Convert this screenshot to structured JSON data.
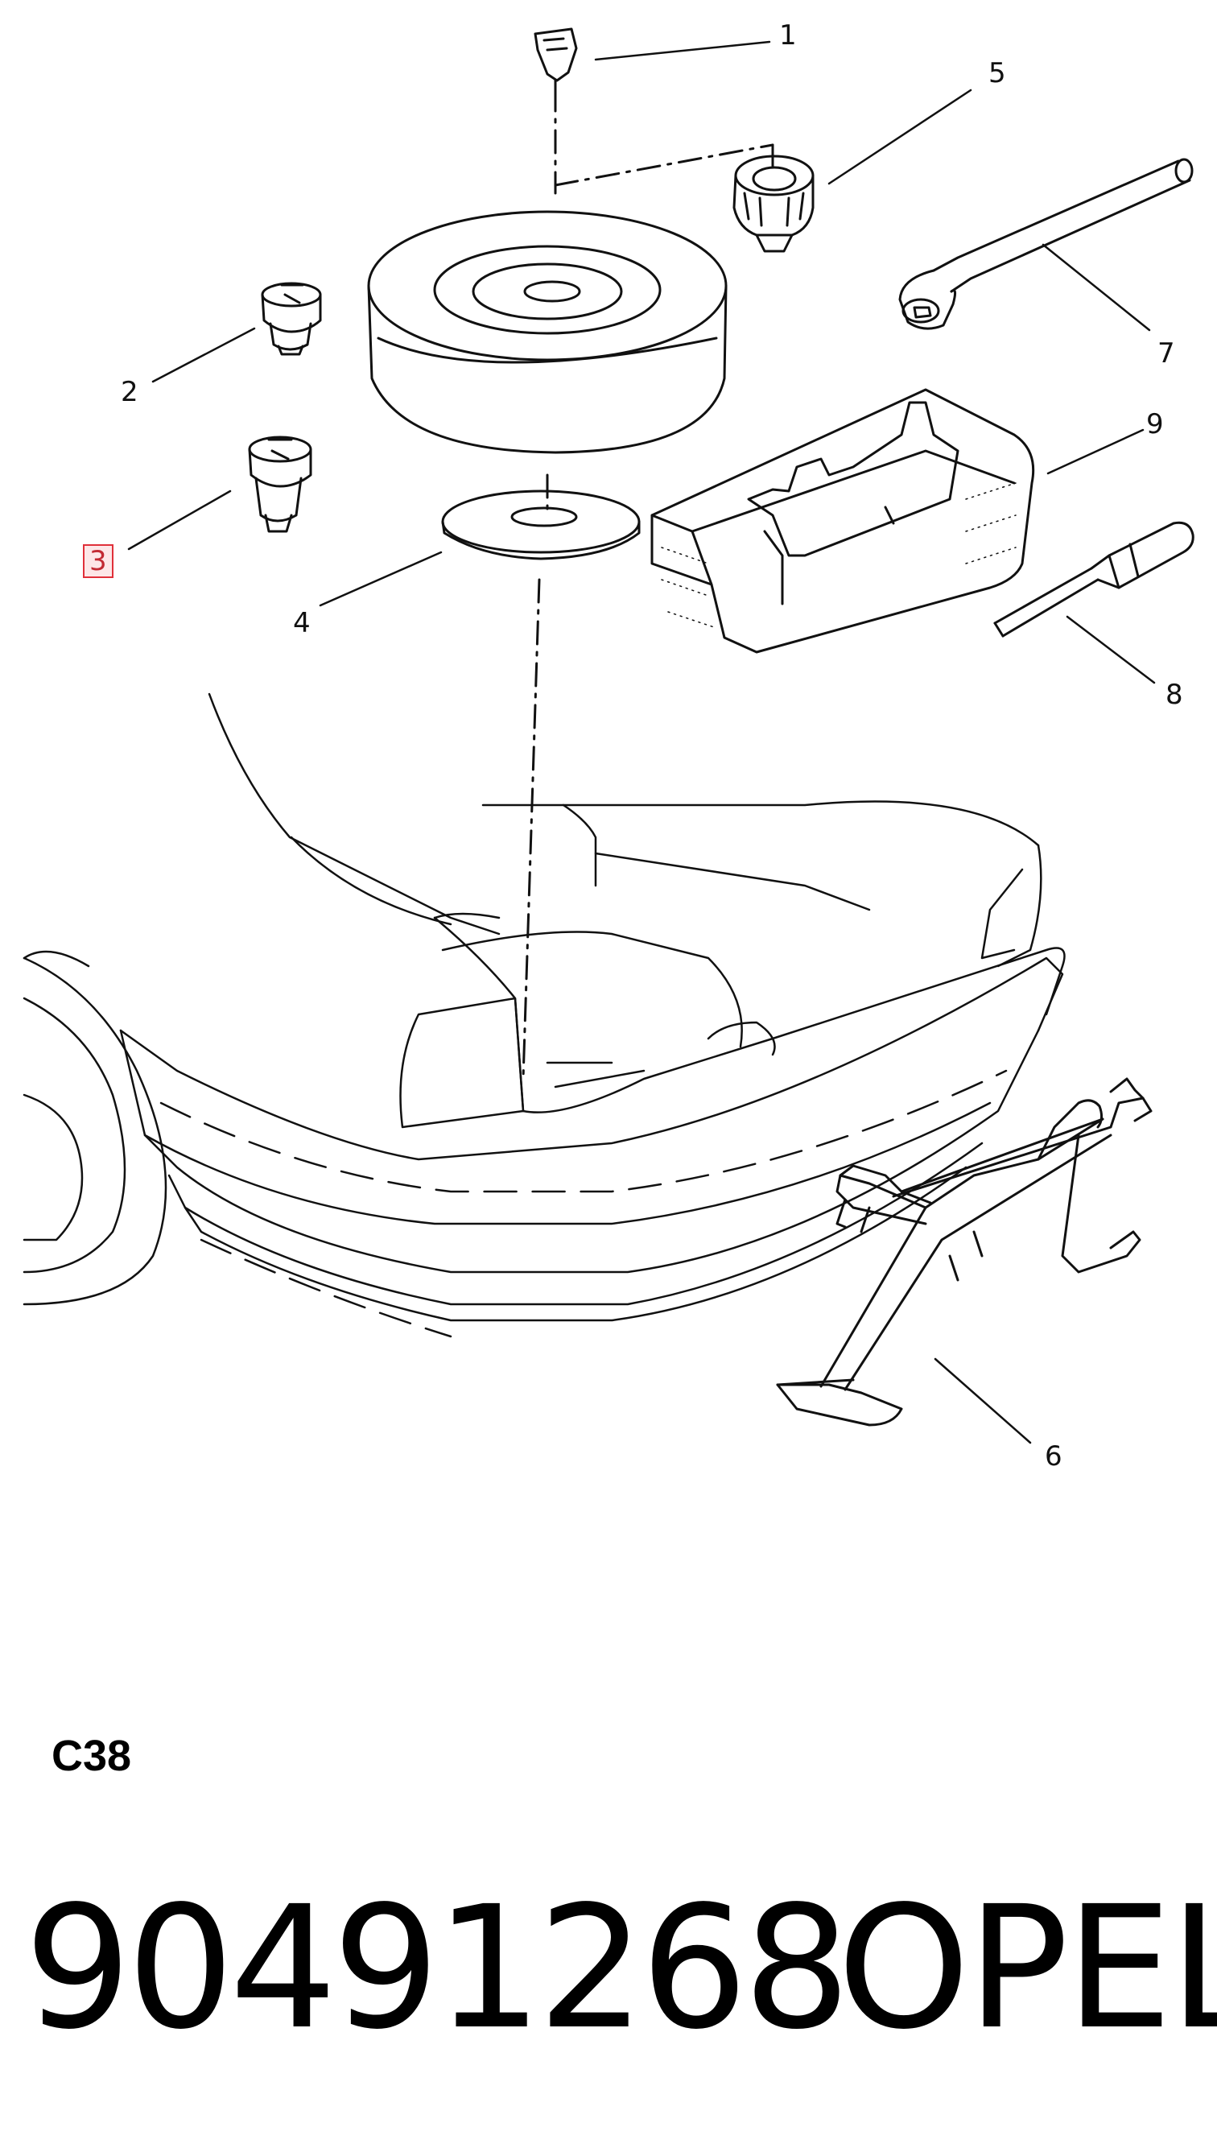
{
  "diagram": {
    "callouts": [
      {
        "id": "1",
        "label": "1",
        "highlighted": false
      },
      {
        "id": "2",
        "label": "2",
        "highlighted": false
      },
      {
        "id": "3",
        "label": "3",
        "highlighted": true
      },
      {
        "id": "4",
        "label": "4",
        "highlighted": false
      },
      {
        "id": "5",
        "label": "5",
        "highlighted": false
      },
      {
        "id": "6",
        "label": "6",
        "highlighted": false
      },
      {
        "id": "7",
        "label": "7",
        "highlighted": false
      },
      {
        "id": "8",
        "label": "8",
        "highlighted": false
      },
      {
        "id": "9",
        "label": "9",
        "highlighted": false
      }
    ],
    "highlight_color": "#e0303a"
  },
  "footer": {
    "section_code": "C38",
    "part_number": "90491268",
    "brand": "OPEL"
  }
}
